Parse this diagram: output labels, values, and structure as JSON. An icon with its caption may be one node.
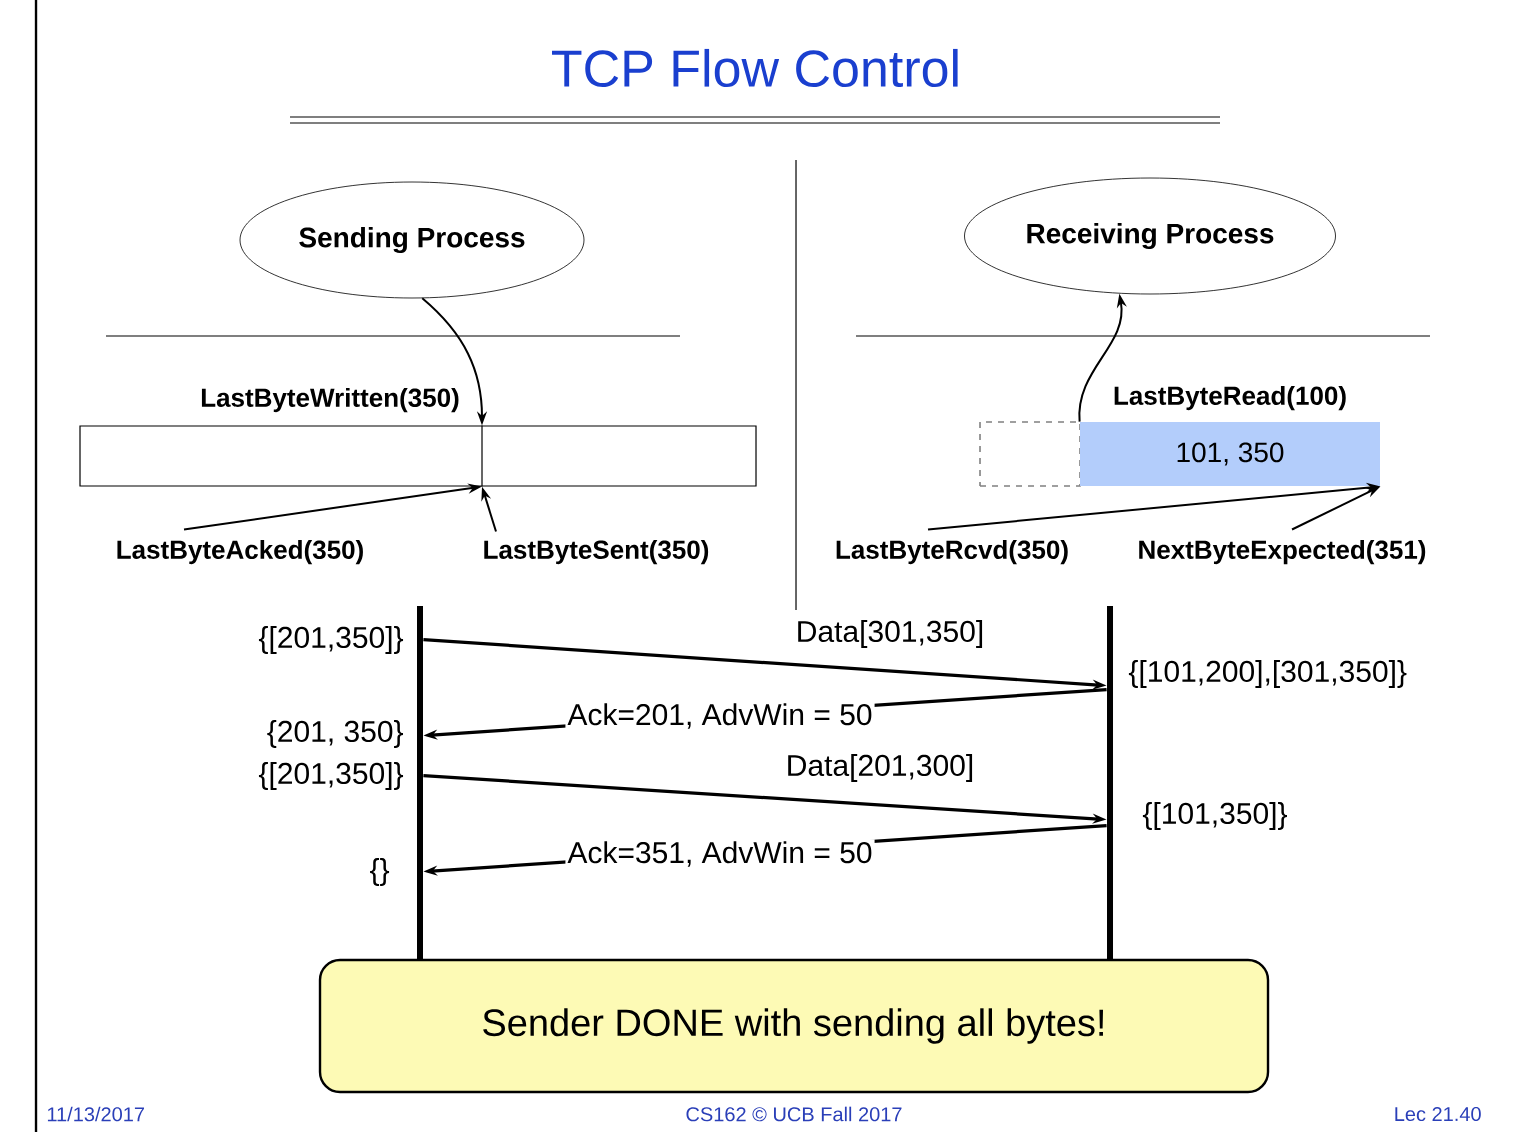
{
  "diagram": {
    "title": "TCP Flow Control",
    "nodes": [
      {
        "text": [
          "Sending Process"
        ]
      },
      {
        "text": [
          "Receiving Process"
        ]
      },
      {
        "text": [],
        "shape": "box"
      },
      {
        "text": [
          "LastByteAcked(350)"
        ]
      },
      {
        "text": [
          "LastByteSent(350)"
        ]
      },
      {
        "text": [],
        "shape": "box"
      },
      {
        "text": [
          "101, 350"
        ]
      },
      {
        "text": [
          "LastByteRcvd(350)"
        ]
      },
      {
        "text": [
          "NextByteExpected(351)"
        ]
      },
      {
        "text": [],
        "shape": "bar"
      },
      {
        "text": [],
        "shape": "bar"
      },
      {
        "text": [
          "Sender DONE with sending all bytes!"
        ]
      }
    ],
    "edges": [
      {
        "from": 0,
        "to": 2,
        "arrow": "to"
      },
      {
        "from": 6,
        "to": 1,
        "arrow": "to"
      },
      {
        "from": 3,
        "to": 2,
        "arrow": "to"
      },
      {
        "from": 4,
        "to": 2,
        "arrow": "to"
      },
      {
        "from": 7,
        "to": 6,
        "arrow": "to"
      },
      {
        "from": 8,
        "to": 6,
        "arrow": "to"
      },
      {
        "from": 9,
        "to": 10,
        "arrow": "to",
        "label": "Data[301,350]"
      },
      {
        "from": 10,
        "to": 9,
        "arrow": "to",
        "label": "Ack=201, AdvWin = 50"
      },
      {
        "from": 9,
        "to": 10,
        "arrow": "to",
        "label": "Data[201,300]"
      },
      {
        "from": 10,
        "to": 9,
        "arrow": "to",
        "label": "Ack=351, AdvWin = 50"
      }
    ],
    "labels": [
      "LastByteWritten(350)",
      "LastByteRead(100)",
      "{[201,350]}",
      "{[101,200],[301,350]}",
      "{201, 350}",
      "{[201,350]}",
      "{[101,350]}",
      "{}",
      "11/13/2017",
      "CS162 © UCB Fall 2017",
      "Lec 21.40"
    ]
  }
}
